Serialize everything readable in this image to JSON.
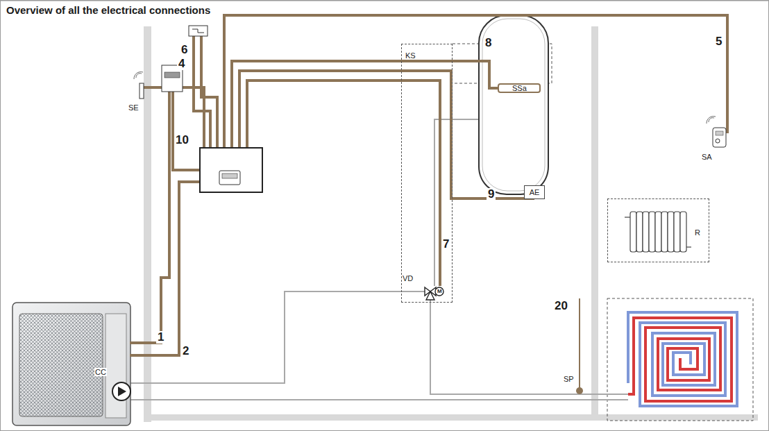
{
  "diagram": {
    "title": "Overview of all the electrical connections",
    "nodes": [
      {
        "text": [
          "KS"
        ]
      },
      {
        "text": [
          "R"
        ]
      },
      {
        "text": [
          "AE"
        ]
      }
    ],
    "labels": [
      "4",
      "SE",
      "6",
      "10",
      "8",
      "SSa",
      "5",
      "SA",
      "VD",
      "M",
      "7",
      "9",
      "20",
      "SP",
      "1",
      "2",
      "CC"
    ]
  }
}
